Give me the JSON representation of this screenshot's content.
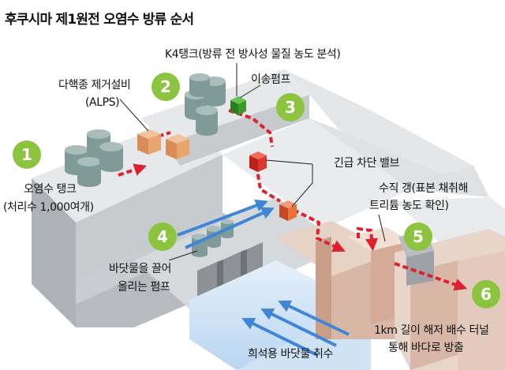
{
  "title": "후쿠시마 제1원전 오염수 방류 순서",
  "labels": {
    "alps_line1": "다핵종 제거설비",
    "alps_line2": "(ALPS)",
    "k4_tank": "K4탱크(방류 전 방사성 물질 농도 분석)",
    "transfer_pump": "이송펌프",
    "emergency_valve": "긴급 차단 밸브",
    "shaft_line1": "수직 갱(표본 채취해",
    "shaft_line2": "트리튬 농도 확인)",
    "tank_line1": "오염수 탱크",
    "tank_line2": "(처리수 1,000여개)",
    "pump_line1": "바닷물을 끌어",
    "pump_line2": "올리는 펌프",
    "tunnel_line1": "1km 길이 해저 배수 터널",
    "tunnel_line2": "통해 바다로 방출",
    "intake": "희석용 바닷물 취수"
  },
  "steps": [
    "1",
    "2",
    "3",
    "4",
    "5",
    "6"
  ],
  "colors": {
    "badge": "#8dc43f",
    "flow_red": "#e0202e",
    "flow_blue": "#3f86d8",
    "valve_orange": "#e8743a",
    "alps_box": "#e9a56e",
    "pump_green": "#3a9a2c",
    "concrete_top": "#e4e6e8",
    "concrete_side": "#b3b7bb",
    "shaft_pink": "#d9b7a6",
    "water": "#cfe3f5"
  }
}
